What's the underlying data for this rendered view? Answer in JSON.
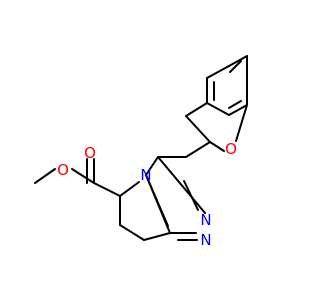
{
  "molecule": {
    "atom_labels": {
      "ring_oxygen": "O",
      "carbonyl_oxygen": "O",
      "ester_oxygen": "O",
      "bridge_nitrogen": "N",
      "triazole_n1": "N",
      "triazole_n2": "N"
    },
    "colors": {
      "oxygen": "#ff0000",
      "nitrogen": "#0000ff",
      "bond": "#000000"
    }
  }
}
